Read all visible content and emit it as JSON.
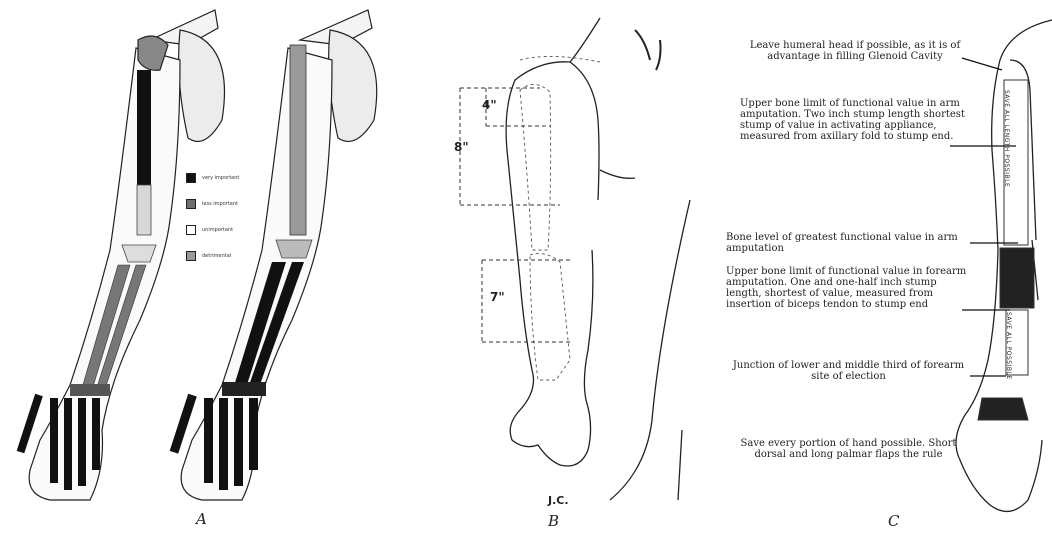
{
  "figure": {
    "panel_a": {
      "letter": "A",
      "legend": [
        {
          "label": "very important",
          "color": "#111111"
        },
        {
          "label": "less important",
          "color": "#6e6e6e"
        },
        {
          "label": "unimportant",
          "color": "#ffffff"
        },
        {
          "label": "detrimental",
          "color": "#9a9a9a"
        }
      ]
    },
    "panel_b": {
      "letter": "B",
      "signature": "J.C.",
      "dimensions": {
        "upper_short": "4\"",
        "upper_long": "8\"",
        "forearm": "7\""
      }
    },
    "panel_c": {
      "letter": "C",
      "notes": {
        "humeral_head": "Leave humeral head if possible, as it is of advantage in filling Glenoid Cavity",
        "upper_bone_limit_arm": "Upper bone limit of functional value in arm amputation. Two inch stump length shortest stump of value in activating appliance, measured from axillary fold to stump end.",
        "greatest_value_arm": "Bone level of greatest functional value in arm amputation",
        "upper_bone_limit_forearm": "Upper bone limit of functional value in forearm amputation. One and one-half inch stump length, shortest of value, measured from insertion of biceps tendon to stump end",
        "junction": "Junction of lower and middle third of forearm site of election",
        "hand": "Save every portion of hand possible. Short dorsal and long palmar flaps the rule"
      },
      "vertical_labels": {
        "arm": "SAVE ALL LENGTH POSSIBLE",
        "forearm": "SAVE ALL POSSIBLE"
      }
    }
  }
}
